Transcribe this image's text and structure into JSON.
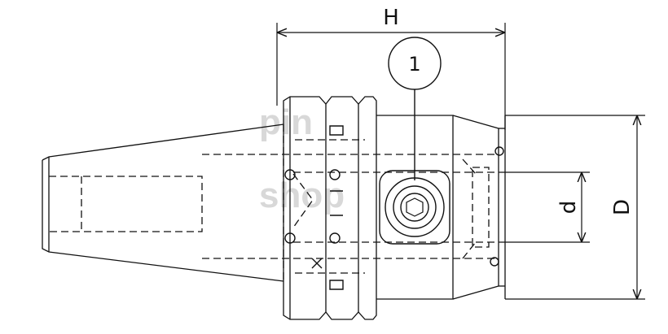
{
  "dimensions": {
    "h_label": "H",
    "d_label": "d",
    "D_label": "D"
  },
  "callout": {
    "number": "1"
  },
  "watermark": {
    "line1": "pin",
    "line2": "shop"
  },
  "colors": {
    "line": "#111111",
    "watermark": "#d8d8d8"
  }
}
